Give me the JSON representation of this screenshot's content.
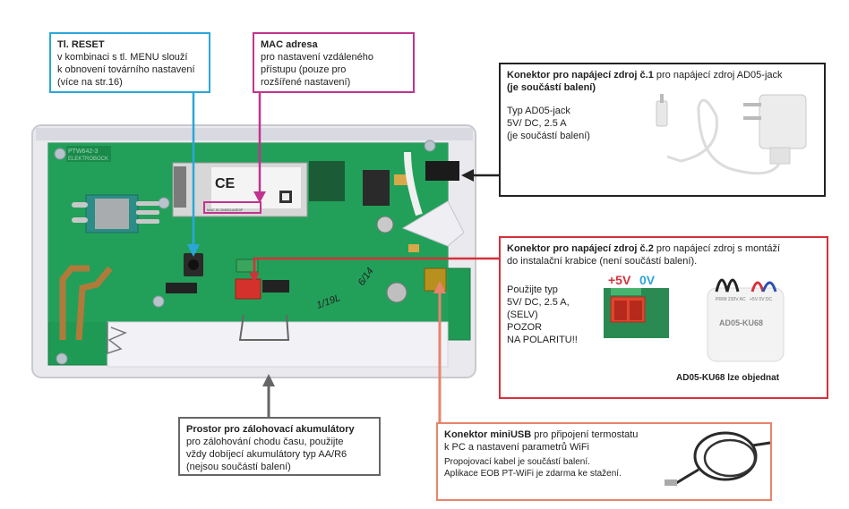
{
  "callouts": {
    "reset": {
      "title": "Tl. RESET",
      "lines": [
        "v kombinaci s tl. MENU slouží",
        "k obnovení továrního nastavení",
        "(více na str.16)"
      ],
      "color": "#2aa7d9"
    },
    "mac": {
      "title": "MAC adresa",
      "lines": [
        "pro nastavení vzdáleného",
        "přístupu (pouze pro",
        "rozšířené nastavení)"
      ],
      "color": "#c2338f"
    },
    "psu1": {
      "title": "Konektor pro napájecí zdroj č.1",
      "title_rest": " pro napájecí zdroj AD05-jack",
      "subtitle": "(je součástí balení)",
      "lines": [
        "Typ AD05-jack",
        "5V/ DC, 2.5 A",
        "(je součástí balení)"
      ],
      "color": "#222222"
    },
    "psu2": {
      "title": "Konektor pro napájecí zdroj č.2",
      "title_rest": " pro napájecí zdroj s montáží",
      "title_line2": "do instalační krabice (není součástí balení).",
      "lines": [
        "Použijte typ",
        "5V/ DC, 2.5 A,",
        "(SELV)",
        "POZOR",
        "NA POLARITU!!"
      ],
      "plus_label": "+5V",
      "zero_label": "0V",
      "plus_color": "#d5313b",
      "zero_color": "#2aa7d9",
      "module_label": "AD05-KU68",
      "module_small_left": "PRIM 230V AC",
      "module_small_right": "+5V 0V DC",
      "order_note": "AD05-KU68 lze objednat",
      "color": "#d5313b"
    },
    "battery": {
      "title": "Prostor pro zálohovací akumulátory",
      "lines": [
        "pro zálohování chodu času, použijte",
        "vždy dobíjecí akumulátory typ AA/R6",
        "(nejsou součástí balení)"
      ],
      "color": "#666666"
    },
    "usb": {
      "title": "Konektor miniUSB",
      "title_rest": " pro připojení termostatu",
      "title_line2": "k PC a nastavení parametrů WiFi",
      "lines": [
        "Propojovací kabel je součástí balení.",
        "Aplikace EOB PT-WiFi je zdarma ke stažení."
      ],
      "color": "#e8836c"
    }
  },
  "board": {
    "silkscreen_model": "PTW642-3",
    "silkscreen_brand": "ELEKTROBOCK",
    "handwritten_1": "6/14",
    "handwritten_2": "1/19L",
    "mac_label": "MAC ID 2M0D1A0E0F",
    "module_ce": "CE"
  }
}
